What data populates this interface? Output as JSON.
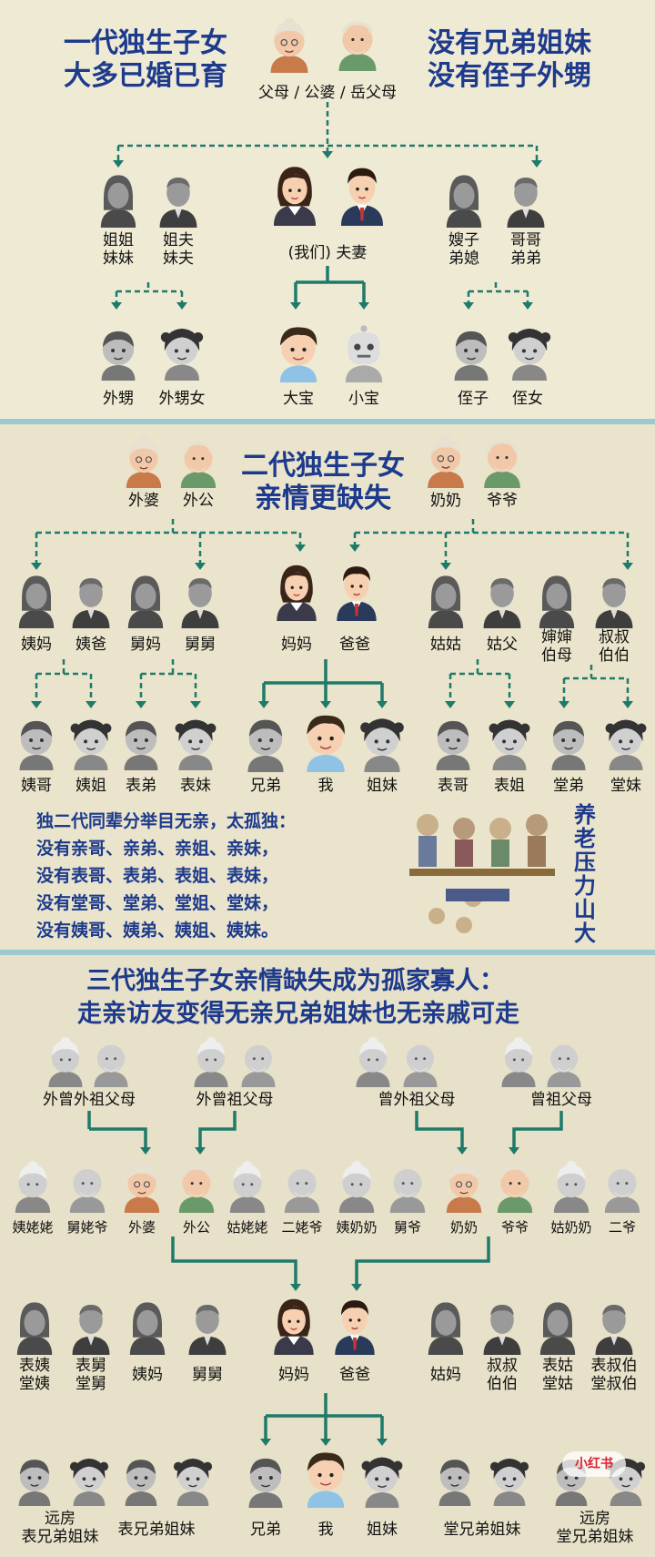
{
  "sec1": {
    "title_left": [
      "一代独生子女",
      "大多已婚已育"
    ],
    "title_right": [
      "没有兄弟姐妹",
      "没有侄子外甥"
    ],
    "parents_label": "父母 / 公婆 / 岳父母",
    "labels": [
      "姐姐",
      "妹妹",
      "姐夫",
      "妹夫",
      "(我们) 夫妻",
      "嫂子",
      "弟媳",
      "哥哥",
      "弟弟",
      "外甥",
      "外甥女",
      "大宝",
      "小宝",
      "侄子",
      "侄女"
    ]
  },
  "sec2": {
    "title": [
      "二代独生子女",
      "亲情更缺失"
    ],
    "grand_labels": [
      "外婆",
      "外公",
      "奶奶",
      "爷爷"
    ],
    "row2_labels": [
      "姨妈",
      "姨爸",
      "舅妈",
      "舅舅",
      "妈妈",
      "爸爸",
      "姑姑",
      "姑父",
      "婶婶",
      "伯母",
      "叔叔",
      "伯伯"
    ],
    "row3_labels": [
      "姨哥",
      "姨姐",
      "表弟",
      "表妹",
      "兄弟",
      "我",
      "姐妹",
      "表哥",
      "表姐",
      "堂弟",
      "堂妹"
    ],
    "note": [
      "独二代同辈分举目无亲，太孤独：",
      "没有亲哥、亲弟、亲姐、亲妹，",
      "没有表哥、表弟、表姐、表妹，",
      "没有堂哥、堂弟、堂姐、堂妹，",
      "没有姨哥、姨弟、姨姐、姨妹。"
    ],
    "side": [
      "养",
      "老",
      "压",
      "力",
      "山",
      "大"
    ]
  },
  "sec3": {
    "title": [
      "三代独生子女亲情缺失成为孤家寡人：",
      "走亲访友变得无亲兄弟姐妹也无亲戚可走"
    ],
    "great_labels": [
      "外曾外祖父母",
      "外曾祖父母",
      "曾外祖父母",
      "曾祖父母"
    ],
    "grand_labels": [
      "姨姥姥",
      "舅姥爷",
      "外婆",
      "外公",
      "姑姥姥",
      "二姥爷",
      "姨奶奶",
      "舅爷",
      "奶奶",
      "爷爷",
      "姑奶奶",
      "二爷"
    ],
    "parent_labels": [
      "表姨",
      "堂姨",
      "表舅",
      "堂舅",
      "姨妈",
      "舅舅",
      "妈妈",
      "爸爸",
      "姑妈",
      "叔叔",
      "伯伯",
      "表姑",
      "堂姑",
      "表叔伯",
      "堂叔伯"
    ],
    "child_labels": [
      "远房",
      "表兄弟姐妹",
      "表兄弟姐妹",
      "兄弟",
      "我",
      "姐妹",
      "堂兄弟姐妹",
      "远房",
      "堂兄弟姐妹"
    ],
    "watermark": "小红书"
  },
  "colors": {
    "title": "#1d3a8c",
    "line": "#1e7a6a",
    "divider": "#9dc8d0",
    "grey_avatar": "#8a8a8a"
  }
}
